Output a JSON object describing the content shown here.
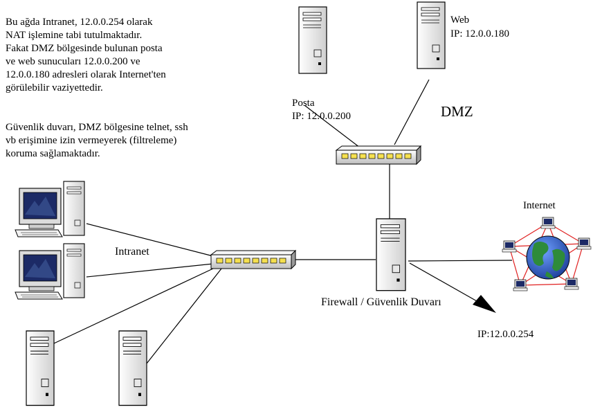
{
  "description": {
    "paragraph1": [
      "Bu ağda Intranet, 12.0.0.254 olarak",
      "NAT işlemine tabi tutulmaktadır.",
      "Fakat DMZ bölgesinde bulunan posta",
      "ve web sunucuları 12.0.0.200 ve",
      "12.0.0.180 adresleri olarak Internet'ten",
      "görülebilir vaziyettedir."
    ],
    "paragraph2": [
      "Güvenlik duvarı, DMZ bölgesine telnet, ssh",
      "vb erişimine izin vermeyerek (filtreleme)",
      "koruma sağlamaktadır."
    ]
  },
  "labels": {
    "web_name": "Web",
    "web_ip": "IP: 12.0.0.180",
    "posta_name": "Posta",
    "posta_ip": "IP: 12.0.0.200",
    "dmz": "DMZ",
    "intranet": "Intranet",
    "internet": "Internet",
    "firewall": "Firewall / Güvenlik Duvarı",
    "nat_ip": "IP:12.0.0.254"
  },
  "colors": {
    "line": "#000000",
    "hub_body": "#ececec",
    "port": "#f5e050",
    "screen": "#1c2a66",
    "globe_ocean": "#2f63c8",
    "globe_land": "#2e8b3a",
    "internet_links": "#e02020"
  }
}
